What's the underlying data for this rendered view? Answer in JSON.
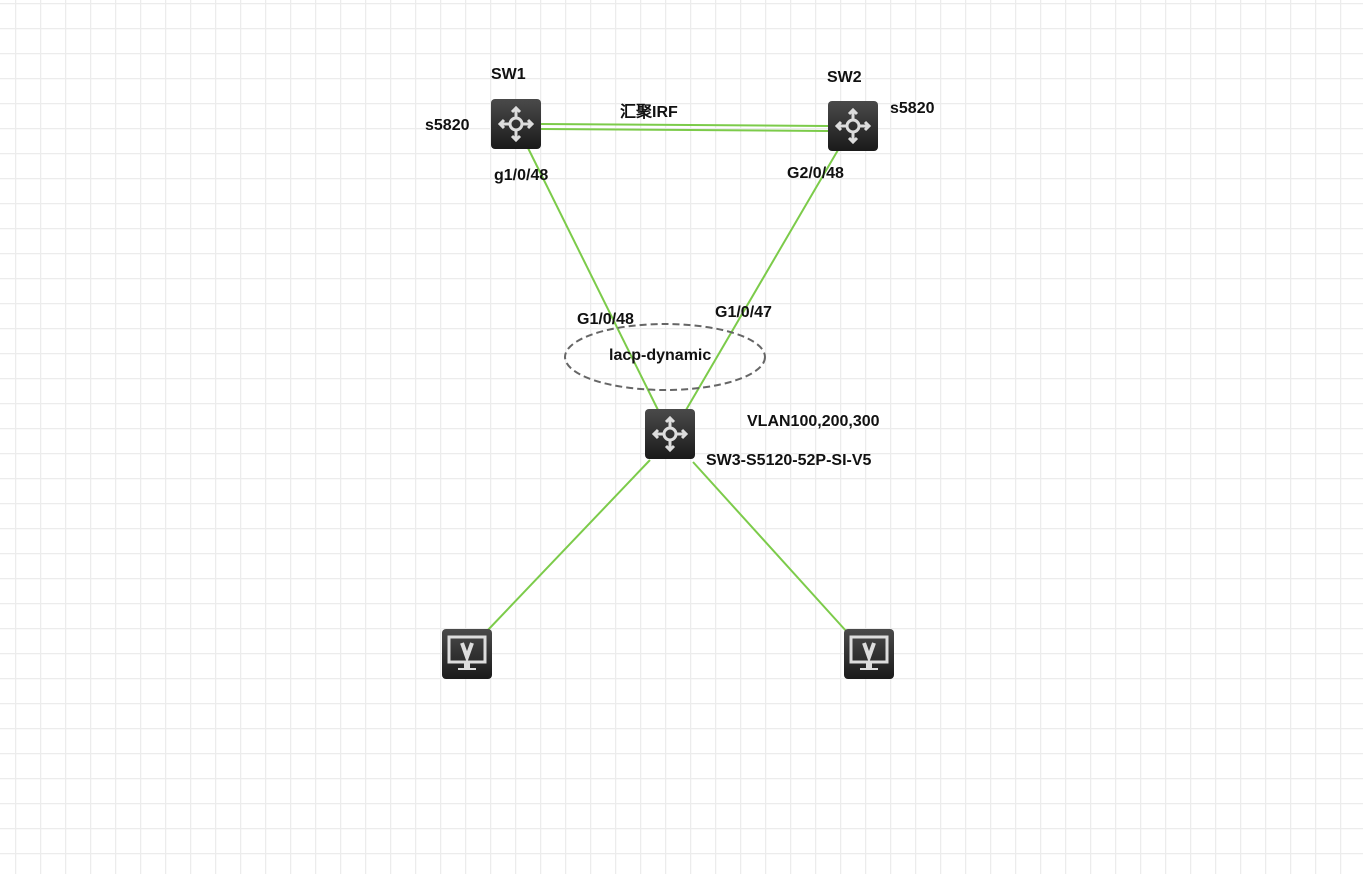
{
  "nodes": {
    "sw1": {
      "name": "SW1",
      "model": "s5820",
      "port": "g1/0/48",
      "icon": "switch-icon"
    },
    "sw2": {
      "name": "SW2",
      "model": "s5820",
      "port": "G2/0/48",
      "icon": "switch-icon"
    },
    "sw3": {
      "name": "SW3-S5120-52P-SI-V5",
      "vlans": "VLAN100,200,300",
      "port_a": "G1/0/48",
      "port_b": "G1/0/47",
      "icon": "switch-icon"
    },
    "pc1": {
      "icon": "monitor-icon",
      "glyph": "V"
    },
    "pc2": {
      "icon": "monitor-icon",
      "glyph": "V"
    }
  },
  "links": {
    "irf_label": "汇聚IRF",
    "lacp_label": "lacp-dynamic",
    "color": "#7ccb4a"
  }
}
